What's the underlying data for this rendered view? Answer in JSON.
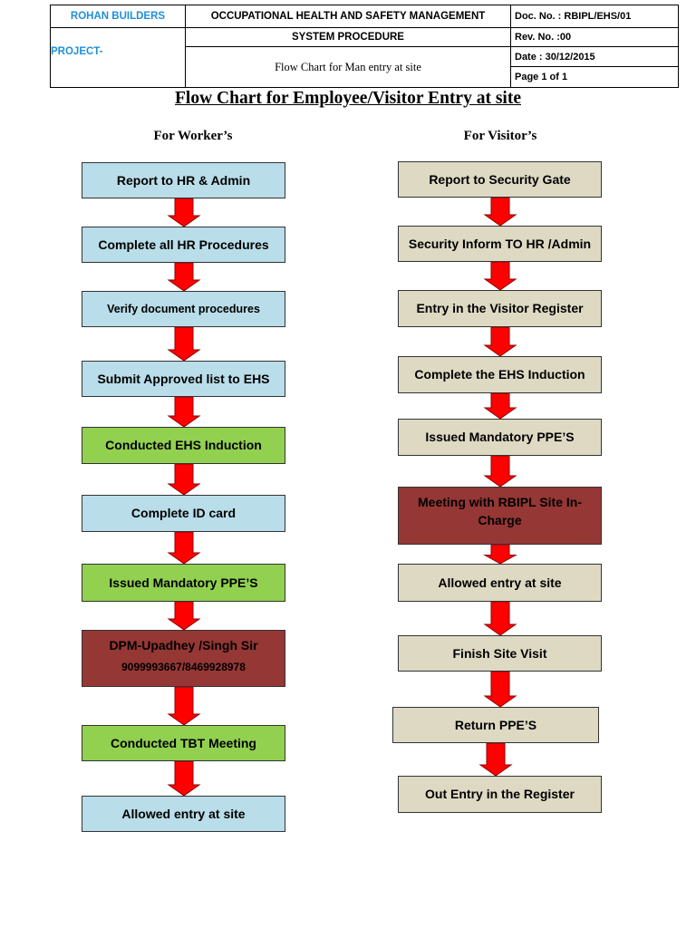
{
  "header": {
    "company": "ROHAN BUILDERS",
    "project": "PROJECT-",
    "system_title_line1": "OCCUPATIONAL HEALTH AND SAFETY MANAGEMENT",
    "system_title_line2": "SYSTEM PROCEDURE",
    "procedure_name": "Flow Chart for Man entry at site",
    "doc_no": "Doc. No. : RBIPL/EHS/01",
    "rev_no": "Rev. No. :00",
    "date": "Date : 30/12/2015",
    "page": "Page 1 of 1"
  },
  "title": "Flow Chart for Employee/Visitor Entry at site",
  "colors": {
    "light_blue": "#b9dde9",
    "green": "#92d050",
    "dark_red": "#953735",
    "beige": "#ddd9c3",
    "arrow_red": "#ff0000",
    "header_blue": "#1f8fd8"
  },
  "workers": {
    "heading": "For Worker’s",
    "steps": [
      {
        "label": "Report to HR & Admin",
        "color": "light_blue"
      },
      {
        "label": "Complete all HR Procedures",
        "color": "light_blue"
      },
      {
        "label": "Verify document procedures",
        "color": "light_blue"
      },
      {
        "label": "Submit Approved list to EHS",
        "color": "light_blue"
      },
      {
        "label": "Conducted EHS Induction",
        "color": "green"
      },
      {
        "label": "Complete ID card",
        "color": "light_blue"
      },
      {
        "label": "Issued Mandatory PPE’S",
        "color": "green"
      },
      {
        "label": "DPM-Upadhey /Singh Sir",
        "sub": "9099993667/8469928978",
        "color": "dark_red"
      },
      {
        "label": "Conducted TBT Meeting",
        "color": "green"
      },
      {
        "label": "Allowed entry at site",
        "color": "light_blue"
      }
    ]
  },
  "visitors": {
    "heading": "For Visitor’s",
    "steps": [
      {
        "label": "Report to Security Gate",
        "color": "beige"
      },
      {
        "label": "Security Inform TO HR /Admin",
        "color": "beige"
      },
      {
        "label": "Entry in the Visitor Register",
        "color": "beige"
      },
      {
        "label": "Complete the EHS Induction",
        "color": "beige"
      },
      {
        "label": "Issued Mandatory PPE’S",
        "color": "beige"
      },
      {
        "label": "Meeting with RBIPL Site In-Charge",
        "color": "dark_red"
      },
      {
        "label": "Allowed entry at site",
        "color": "beige"
      },
      {
        "label": "Finish Site Visit",
        "color": "beige"
      },
      {
        "label": "Return PPE’S",
        "color": "beige"
      },
      {
        "label": "Out Entry in the Register",
        "color": "beige"
      }
    ]
  }
}
